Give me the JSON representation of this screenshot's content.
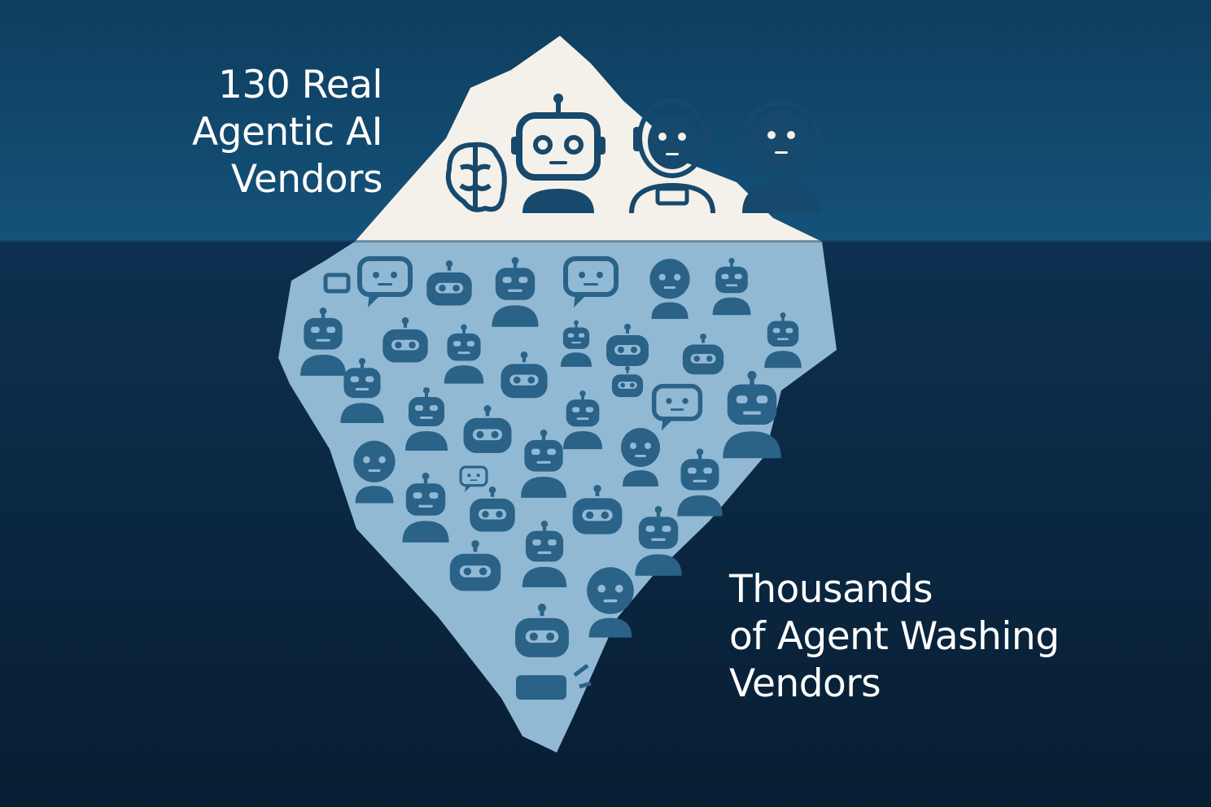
{
  "colors": {
    "sky_top": "#0d3d5e",
    "sky_bottom": "#15527a",
    "sea_top": "#0d3050",
    "sea_bottom": "#081e33",
    "ice_top": "#f4f1ea",
    "ice_bottom": "#91b9d3",
    "icon_dark": "#16496c",
    "icon_underwater": "#2a6288",
    "label_text": "#ffffff"
  },
  "labels": {
    "above_line1": "130 Real",
    "above_line2": "Agentic AI",
    "above_line3": "Vendors",
    "below_line1": "Thousands",
    "below_line2": "of Agent Washing",
    "below_line3": "Vendors"
  },
  "icons": {
    "above": [
      "brain-icon",
      "robot-head-icon",
      "humanoid-robot-icon",
      "person-avatar-icon"
    ],
    "below": "robot-icon"
  }
}
